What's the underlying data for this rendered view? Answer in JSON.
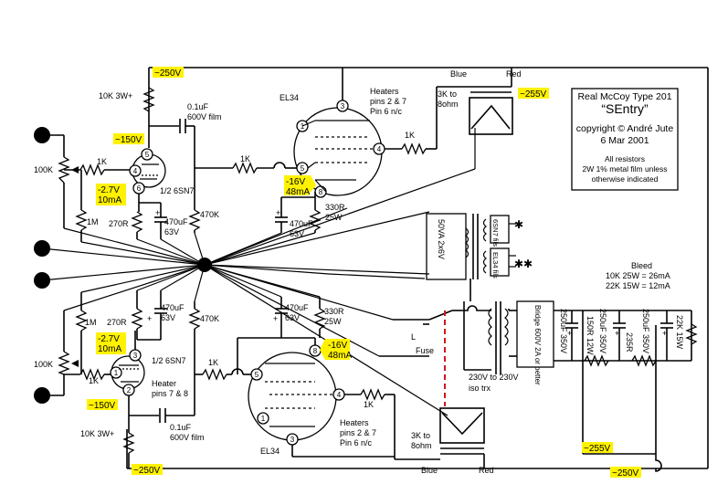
{
  "title_box": {
    "line1": "Real McCoy  Type 201",
    "line2": "“SEntry”",
    "line3": "copyright © André Jute",
    "line4": "6  Mar 2001",
    "note1": "All resistors",
    "note2": "2W 1% metal film unless",
    "note3": "otherwise indicated"
  },
  "voltages": {
    "top_b_plus": "~250V",
    "top_grid": "~150V",
    "top_cathode_1": "-2.7V",
    "top_cathode_2": "10mA",
    "top_el34_1": "-16V",
    "top_el34_2": "48mA",
    "top_ot": "~255V",
    "bot_cathode_1": "-2.7V",
    "bot_cathode_2": "10mA",
    "bot_grid": "~150V",
    "bot_el34_1": "-16V",
    "bot_el34_2": "48mA",
    "bot_b_plus": "~250V",
    "psu_1": "~255V",
    "psu_2": "~250V"
  },
  "labels": {
    "r_10k_top": "10K 3W+",
    "cap_top_1": "0.1uF",
    "cap_top_2": "600V film",
    "tube_top": "EL34",
    "heaters_top_1": "Heaters",
    "heaters_top_2": "pins 2 & 7",
    "heaters_top_3": "Pin 6 n/c",
    "r_1k_top_screen": "1K",
    "ot_top_1": "3K to",
    "ot_top_2": "8ohm",
    "blue_top": "Blue",
    "red_top": "Red",
    "pot_top": "100K",
    "r_1k_top_grid": "1K",
    "r_1m_top": "1M",
    "r_270_top": "270R",
    "cap_470_top_a1": "470uF",
    "cap_470_top_a2": "63V",
    "r_470k_top": "470K",
    "r_1k_top_mid": "1K",
    "half_6sn7_top": "1/2 6SN7",
    "cap_470_top_b1": "470uF",
    "cap_470_top_b2": "63V",
    "r_330_top_1": "330R",
    "r_330_top_2": "25W",
    "pot_bot": "100K",
    "r_1m_bot": "1M",
    "r_270_bot": "270R",
    "cap_470_bot_a1": "470uF",
    "cap_470_bot_a2": "63V",
    "r_470k_bot": "470K",
    "half_6sn7_bot": "1/2 6SN7",
    "heater_bot_1": "Heater",
    "heater_bot_2": "pins 7 & 8",
    "r_1k_bot_grid": "1K",
    "r_1k_bot_mid": "1K",
    "cap_470_bot_b1": "470uF",
    "cap_470_bot_b2": "63V",
    "r_330_bot_1": "330R",
    "r_330_bot_2": "25W",
    "heaters_bot_1": "Heaters",
    "heaters_bot_2": "pins 2 & 7",
    "heaters_bot_3": "Pin 6 n/c",
    "r_1k_bot_screen": "1K",
    "ot_bot_1": "3K to",
    "ot_bot_2": "8ohm",
    "tube_bot": "EL34",
    "cap_bot_1": "0.1uF",
    "cap_bot_2": "600V film",
    "r_10k_bot": "10K 3W+",
    "blue_bot": "Blue",
    "red_bot": "Red",
    "trafo_heater_1": "50VA 2x6V",
    "fils_6sn7": "6SN7 fils",
    "fils_el34": "EL34 fils",
    "bleed_1": "Bleed",
    "bleed_2": "10K 25W = 26mA",
    "bleed_3": "22K 15W = 12mA",
    "bridge": "Bridge 600V 2A or better",
    "cap_250_1": "250uF 350V",
    "r_150": "150R 12W",
    "cap_250_2": "250uF 350V",
    "r_235": "235R",
    "cap_250_3": "250uF 350V",
    "r_22k": "22K 15W",
    "fuse_L": "L",
    "fuse": "Fuse",
    "mains_trafo_1": "230V to 230V",
    "mains_trafo_2": "iso trx"
  },
  "pins": {
    "t5": "5",
    "t4": "4",
    "t6": "6",
    "e3": "3",
    "e1": "1",
    "e4": "4",
    "e5": "5",
    "e8": "8",
    "b3": "3",
    "b1": "1",
    "b2": "2",
    "f8": "8",
    "f5": "5",
    "f4": "4",
    "f1": "1",
    "f3": "3"
  }
}
